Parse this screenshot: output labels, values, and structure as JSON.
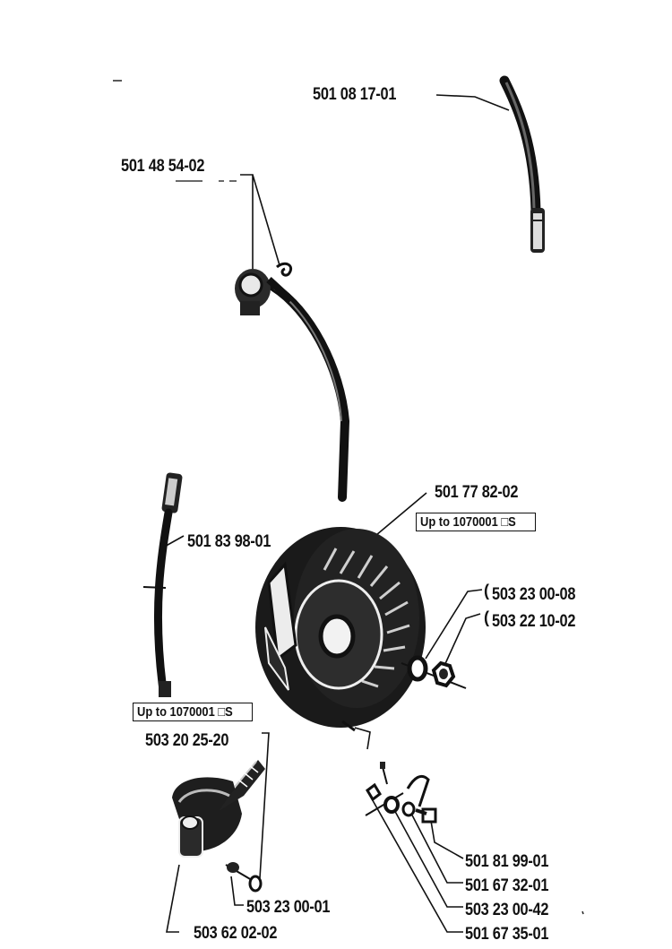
{
  "parts": [
    {
      "id": "p1",
      "number": "501 08 17-01"
    },
    {
      "id": "p2",
      "number": "501 48 54-02"
    },
    {
      "id": "p3",
      "number": "501 77 82-02"
    },
    {
      "id": "p4",
      "number": "501 83 98-01"
    },
    {
      "id": "p5",
      "number": "503 23 00-08"
    },
    {
      "id": "p6",
      "number": "503 22 10-02"
    },
    {
      "id": "p7",
      "number": "503 20 25-20"
    },
    {
      "id": "p8",
      "number": "501 81 99-01"
    },
    {
      "id": "p9",
      "number": "501 67 32-01"
    },
    {
      "id": "p10",
      "number": "503 23 00-01"
    },
    {
      "id": "p11",
      "number": "503 23 00-42"
    },
    {
      "id": "p12",
      "number": "503 62 02-02"
    },
    {
      "id": "p13",
      "number": "501 67 35-01"
    }
  ],
  "notes": [
    {
      "id": "n1",
      "text": "Up to 1070001 □S"
    },
    {
      "id": "n2",
      "text": "Up to 1070001 □S"
    }
  ]
}
